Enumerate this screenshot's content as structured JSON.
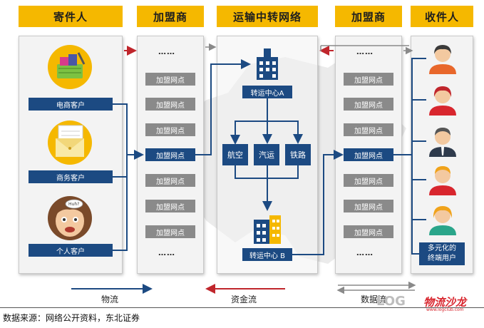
{
  "headers": {
    "sender": "寄件人",
    "franchise_left": "加盟商",
    "network": "运输中转网络",
    "franchise_right": "加盟商",
    "receiver": "收件人"
  },
  "sender": {
    "ecommerce": "电商客户",
    "business": "商务客户",
    "personal": "个人客户",
    "bubble": "Huh?"
  },
  "franchise": {
    "outlet": "加盟网点",
    "ellipsis": "……"
  },
  "network": {
    "hub_a": "转运中心A",
    "hub_b": "转运中心 B",
    "modes": [
      "航空",
      "汽运",
      "铁路"
    ]
  },
  "receiver": {
    "diverse_line1": "多元化的",
    "diverse_line2": "终端用户"
  },
  "legend": {
    "logistics": "物流",
    "funds": "资金流",
    "data": "数据流"
  },
  "source": "数据来源：网络公开资料，东北证券",
  "watermark": {
    "mark": "LOG",
    "main": "物流沙龙",
    "sub": "www.logclub.com"
  },
  "colors": {
    "header": "#f5b800",
    "navy": "#1c4a82",
    "grey": "#8a8a8a",
    "red": "#c0262c"
  }
}
